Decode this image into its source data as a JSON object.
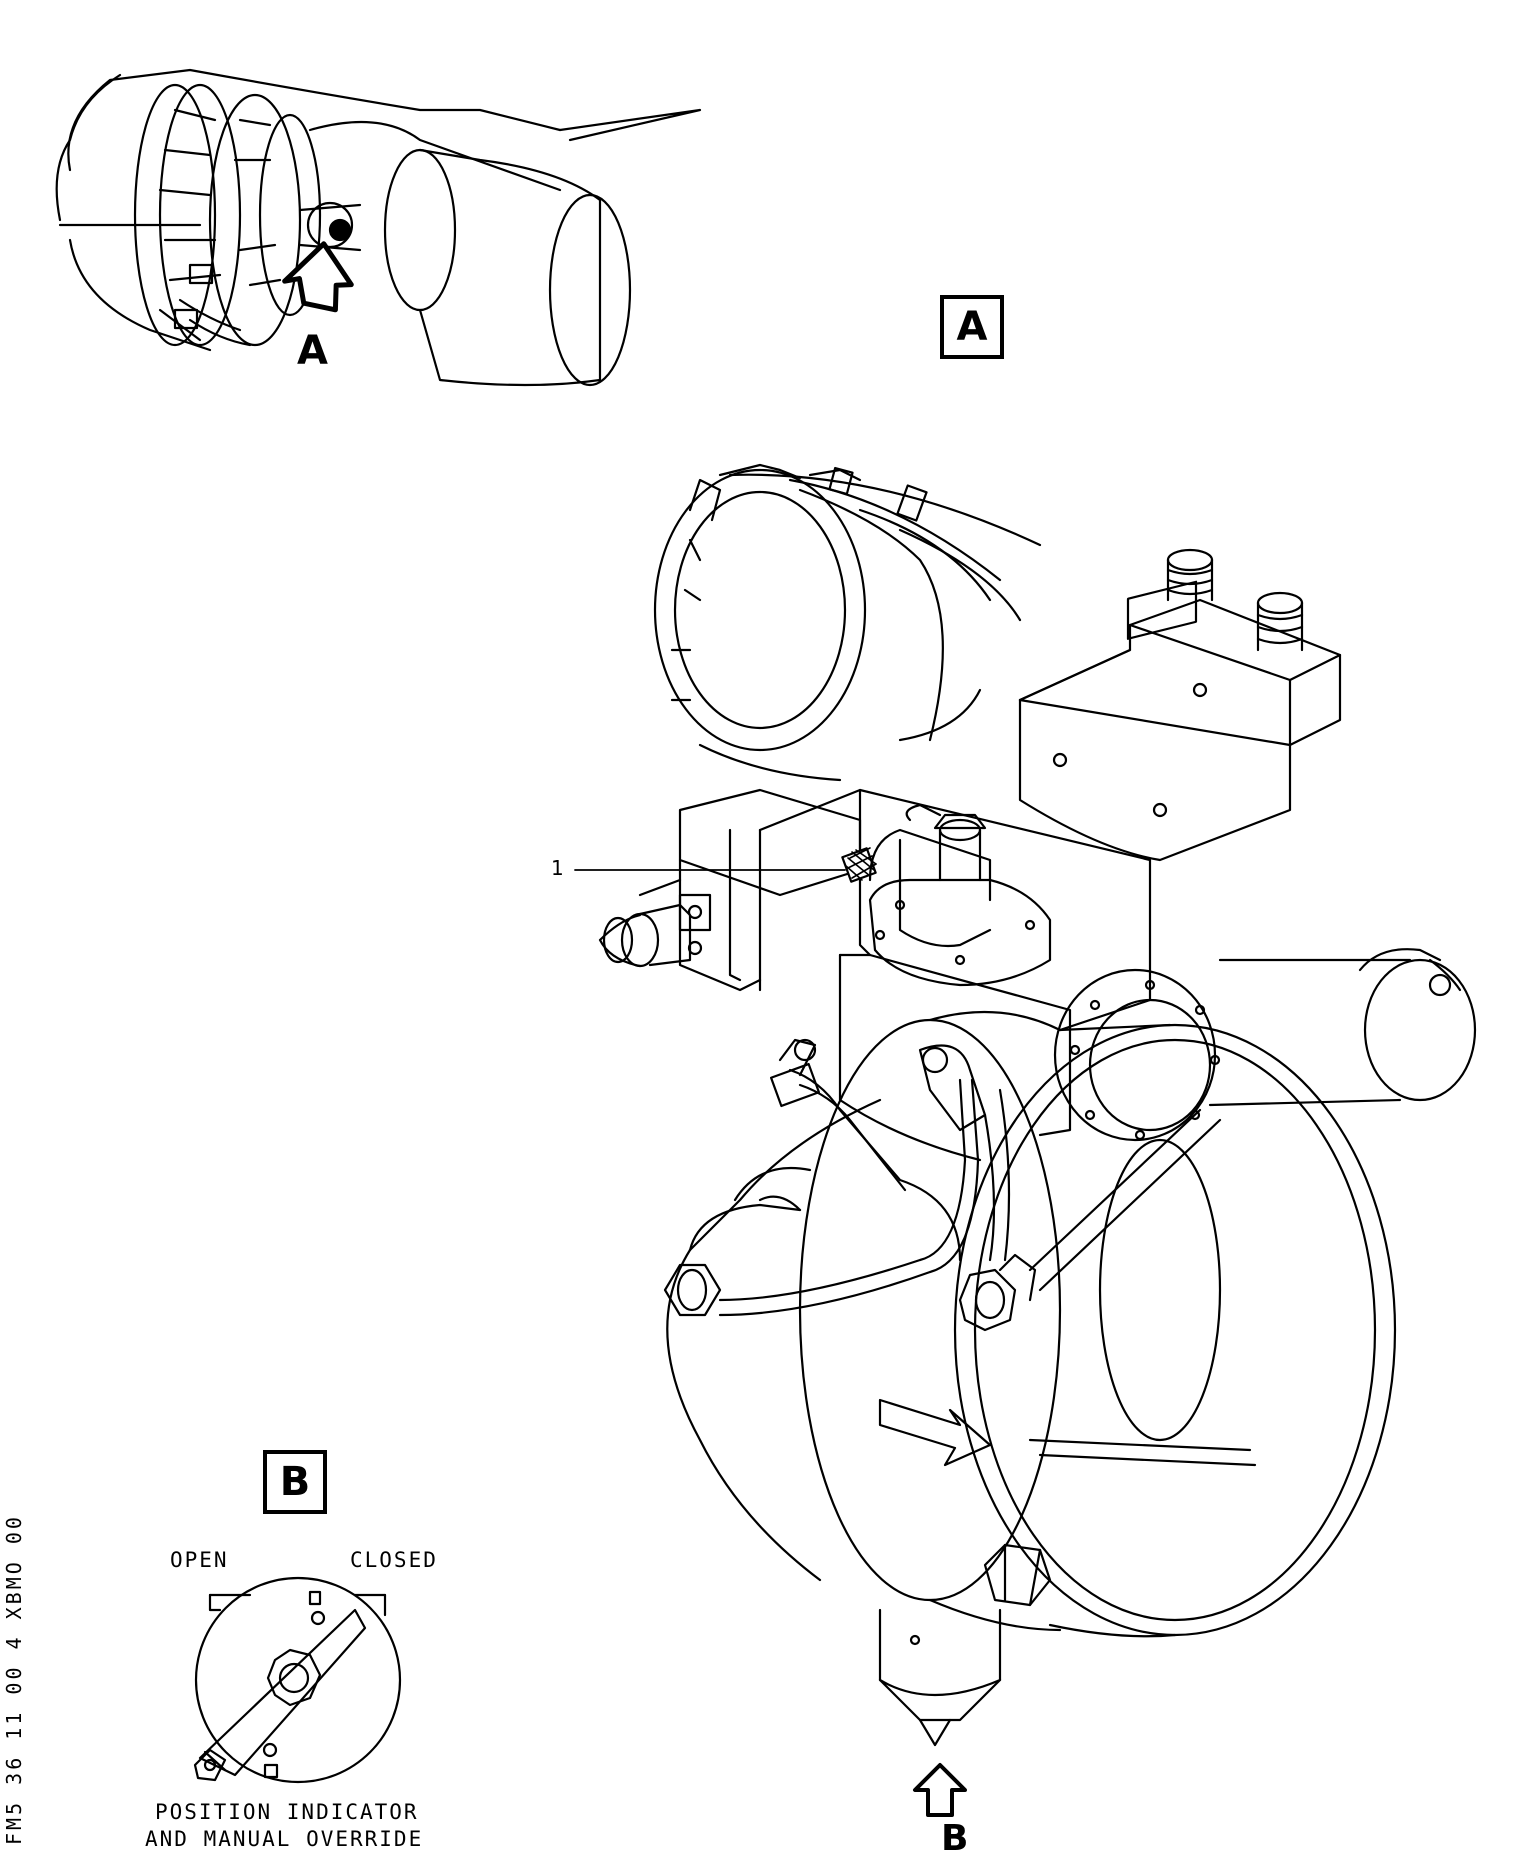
{
  "view_labels": {
    "locator_A": "A",
    "detail_A": "A",
    "detail_B": "B",
    "arrow_B": "B"
  },
  "callouts": {
    "item_1": "1"
  },
  "indicator": {
    "open_label": "OPEN",
    "closed_label": "CLOSED",
    "caption_line1": "POSITION INDICATOR",
    "caption_line2": "AND MANUAL OVERRIDE"
  },
  "document_id": "FM5 36 11 00 4 XBMO 00"
}
